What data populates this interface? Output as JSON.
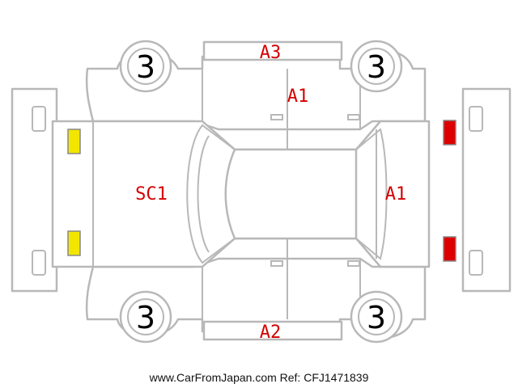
{
  "colors": {
    "outline": "#b8b8b8",
    "code_text": "#d40000",
    "headlight": "#f2e600",
    "taillight": "#dd0000"
  },
  "wheels": {
    "front_left": "3",
    "rear_left": "3",
    "front_right": "3",
    "rear_right": "3"
  },
  "codes": {
    "hood": "SC1",
    "roof_right_side": "A1",
    "right_rear_door": "A1",
    "right_rocker": "A3",
    "left_rocker": "A2"
  },
  "lamps": {
    "front": "headlight-yellow",
    "rear": "taillight-red"
  },
  "footer": {
    "watermark": "www.CarFromJapan.com Ref: CFJ1471839"
  }
}
